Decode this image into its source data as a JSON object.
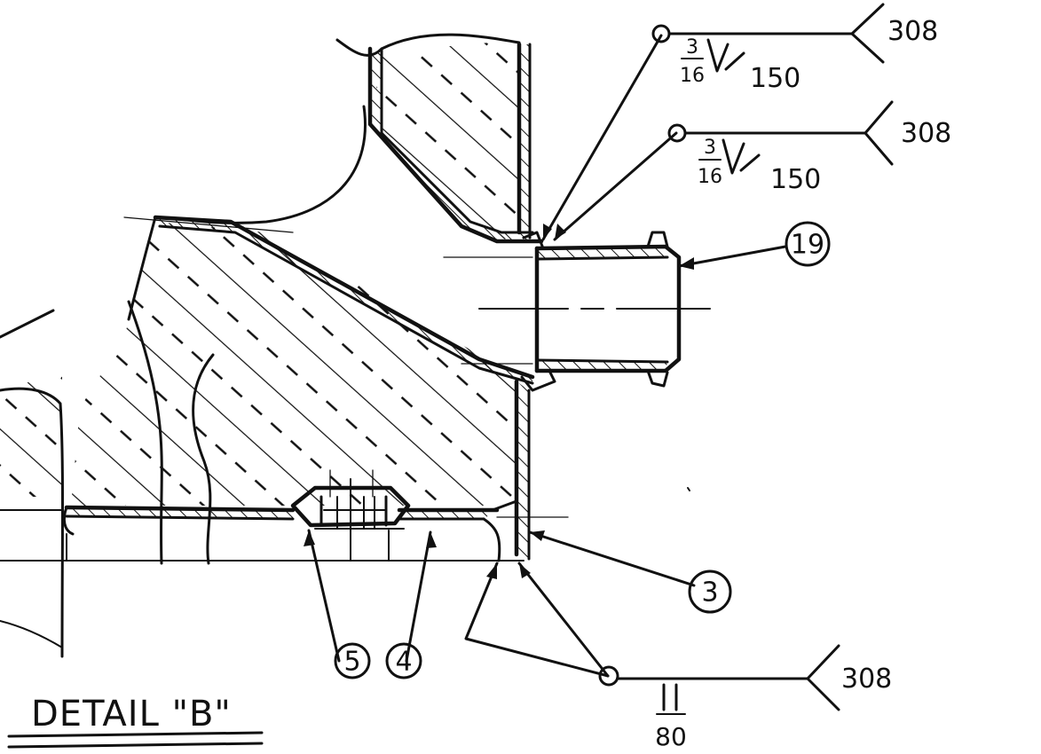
{
  "title": "DETAIL \"B\"",
  "callouts": {
    "part_19": "19",
    "part_3": "3",
    "part_5": "5",
    "part_4": "4"
  },
  "welds": {
    "upper": {
      "tail": "308",
      "size_num": "3",
      "size_den": "16",
      "value": "150"
    },
    "middle": {
      "tail": "308",
      "size_num": "3",
      "size_den": "16",
      "value": "150"
    },
    "lower": {
      "tail": "308",
      "value": "80"
    }
  }
}
